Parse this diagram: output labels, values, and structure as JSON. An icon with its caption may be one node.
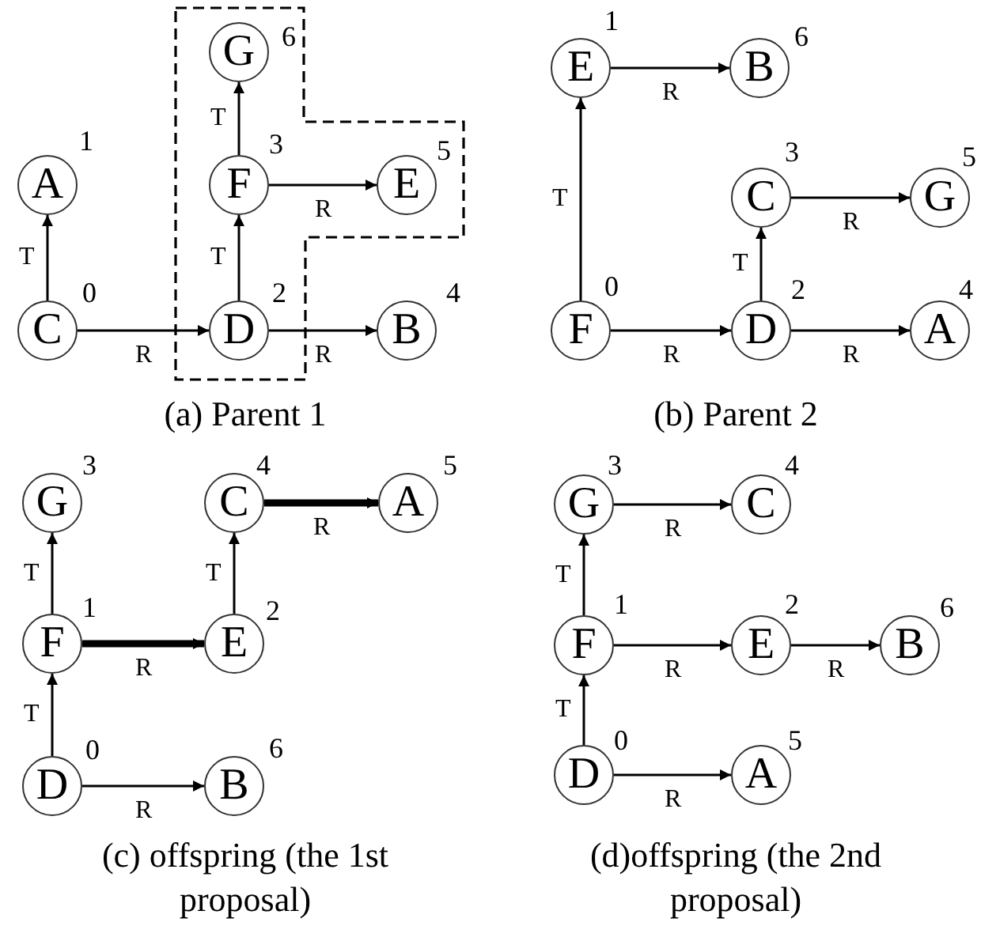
{
  "diagram": {
    "nodes": [
      {
        "text": [
          "G"
        ],
        "beside": [
          "6"
        ]
      },
      {
        "text": [
          "A"
        ],
        "beside": [
          "1"
        ]
      },
      {
        "text": [
          "F"
        ],
        "beside": [
          "3"
        ]
      },
      {
        "text": [
          "E"
        ],
        "beside": [
          "5"
        ]
      },
      {
        "text": [
          "C"
        ],
        "beside": [
          "0"
        ]
      },
      {
        "text": [
          "D"
        ],
        "beside": [
          "2"
        ]
      },
      {
        "text": [
          "B"
        ],
        "beside": [
          "4"
        ]
      },
      {
        "text": [
          "E"
        ],
        "beside": [
          "1"
        ]
      },
      {
        "text": [
          "B"
        ],
        "beside": [
          "6"
        ]
      },
      {
        "text": [
          "C"
        ],
        "beside": [
          "3"
        ]
      },
      {
        "text": [
          "G"
        ],
        "beside": [
          "5"
        ]
      },
      {
        "text": [
          "F"
        ],
        "beside": [
          "0"
        ]
      },
      {
        "text": [
          "D"
        ],
        "beside": [
          "2"
        ]
      },
      {
        "text": [
          "A"
        ],
        "beside": [
          "4"
        ]
      },
      {
        "text": [
          "G"
        ],
        "beside": [
          "3"
        ]
      },
      {
        "text": [
          "C"
        ],
        "beside": [
          "4"
        ]
      },
      {
        "text": [
          "A"
        ],
        "beside": [
          "5"
        ]
      },
      {
        "text": [
          "F"
        ],
        "beside": [
          "1"
        ]
      },
      {
        "text": [
          "E"
        ],
        "beside": [
          "2"
        ]
      },
      {
        "text": [
          "D"
        ],
        "beside": [
          "0"
        ]
      },
      {
        "text": [
          "B"
        ],
        "beside": [
          "6"
        ]
      },
      {
        "text": [
          "G"
        ],
        "beside": [
          "3"
        ]
      },
      {
        "text": [
          "C"
        ],
        "beside": [
          "4"
        ]
      },
      {
        "text": [
          "F"
        ],
        "beside": [
          "1"
        ]
      },
      {
        "text": [
          "E"
        ],
        "beside": [
          "2"
        ]
      },
      {
        "text": [
          "B"
        ],
        "beside": [
          "6"
        ]
      },
      {
        "text": [
          "D"
        ],
        "beside": [
          "0"
        ]
      },
      {
        "text": [
          "A"
        ],
        "beside": [
          "5"
        ]
      }
    ],
    "edges": [
      {
        "from": 4,
        "to": 1,
        "arrow": "to",
        "label": "T"
      },
      {
        "from": 4,
        "to": 5,
        "arrow": "to",
        "label": "R"
      },
      {
        "from": 5,
        "to": 2,
        "arrow": "to",
        "label": "T"
      },
      {
        "from": 2,
        "to": 0,
        "arrow": "to",
        "label": "T"
      },
      {
        "from": 2,
        "to": 3,
        "arrow": "to",
        "label": "R"
      },
      {
        "from": 5,
        "to": 6,
        "arrow": "to",
        "label": "R"
      },
      {
        "from": 7,
        "to": 8,
        "arrow": "to",
        "label": "R"
      },
      {
        "from": 11,
        "to": 7,
        "arrow": "to",
        "label": "T"
      },
      {
        "from": 11,
        "to": 12,
        "arrow": "to",
        "label": "R"
      },
      {
        "from": 12,
        "to": 9,
        "arrow": "to",
        "label": "T"
      },
      {
        "from": 9,
        "to": 10,
        "arrow": "to",
        "label": "R"
      },
      {
        "from": 12,
        "to": 13,
        "arrow": "to",
        "label": "R"
      },
      {
        "from": 17,
        "to": 14,
        "arrow": "to",
        "label": "T"
      },
      {
        "from": 18,
        "to": 15,
        "arrow": "to",
        "label": "T"
      },
      {
        "from": 15,
        "to": 16,
        "arrow": "to",
        "label": "R",
        "style": "thick"
      },
      {
        "from": 17,
        "to": 18,
        "arrow": "to",
        "label": "R",
        "style": "thick"
      },
      {
        "from": 19,
        "to": 17,
        "arrow": "to",
        "label": "T"
      },
      {
        "from": 19,
        "to": 20,
        "arrow": "to",
        "label": "R"
      },
      {
        "from": 23,
        "to": 21,
        "arrow": "to",
        "label": "T"
      },
      {
        "from": 21,
        "to": 22,
        "arrow": "to",
        "label": "R"
      },
      {
        "from": 23,
        "to": 24,
        "arrow": "to",
        "label": "R"
      },
      {
        "from": 24,
        "to": 25,
        "arrow": "to",
        "label": "R"
      },
      {
        "from": 26,
        "to": 23,
        "arrow": "to",
        "label": "T"
      },
      {
        "from": 26,
        "to": 27,
        "arrow": "to",
        "label": "R"
      }
    ],
    "labels": [
      "(a) Parent 1",
      "(b) Parent 2",
      "(c) offspring (the 1st proposal)",
      "(d)offspring (the 2nd proposal)"
    ]
  }
}
